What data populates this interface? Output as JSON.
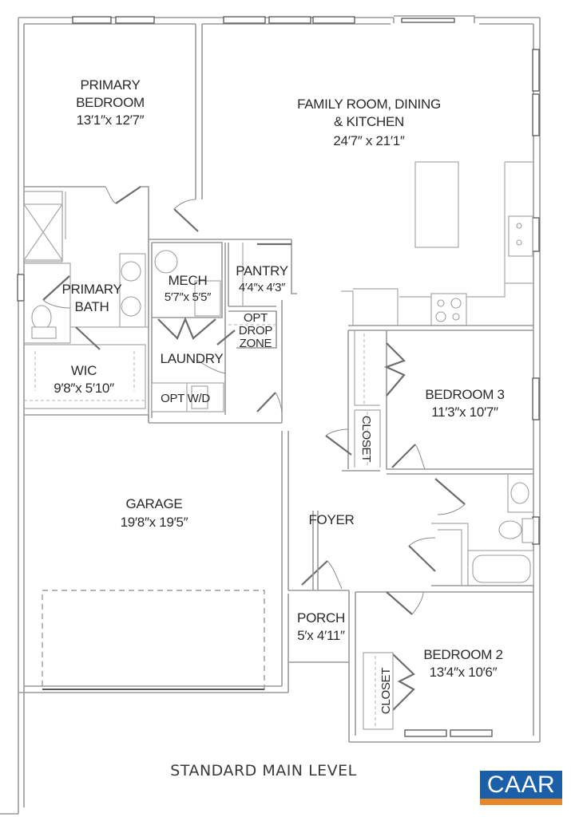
{
  "plan": {
    "title": "STANDARD MAIN LEVEL",
    "logo": {
      "text": "CAAR",
      "bg_color": "#1a5fa8",
      "bar_color": "#e8862a"
    },
    "rooms": {
      "primary_bedroom": {
        "name_line1": "PRIMARY",
        "name_line2": "BEDROOM",
        "dims": "13′1″x 12′7″"
      },
      "family_room": {
        "name_line1": "FAMILY ROOM, DINING",
        "name_line2": "& KITCHEN",
        "dims": "24′7″ x 21′1″"
      },
      "primary_bath": {
        "name_line1": "PRIMARY",
        "name_line2": "BATH"
      },
      "mech": {
        "name": "MECH",
        "dims": "5′7″x 5′5″"
      },
      "pantry": {
        "name": "PANTRY",
        "dims": "4′4″x 4′3″"
      },
      "drop_zone": {
        "line1": "OPT",
        "line2": "DROP",
        "line3": "ZONE"
      },
      "laundry": {
        "name": "LAUNDRY"
      },
      "opt_wd": {
        "name": "OPT W/D"
      },
      "wic": {
        "name": "WIC",
        "dims": "9′8″x 5′10″"
      },
      "bedroom3": {
        "name": "BEDROOM 3",
        "dims": "11′3″x 10′7″"
      },
      "closet_b3": {
        "name": "CLOSET"
      },
      "garage": {
        "name": "GARAGE",
        "dims": "19′8″x 19′5″"
      },
      "foyer": {
        "name": "FOYER"
      },
      "porch": {
        "name": "PORCH",
        "dims": "5′x 4′11″"
      },
      "bedroom2": {
        "name": "BEDROOM 2",
        "dims": "13′4″x 10′6″"
      },
      "closet_b2": {
        "name": "CLOSET"
      }
    }
  }
}
